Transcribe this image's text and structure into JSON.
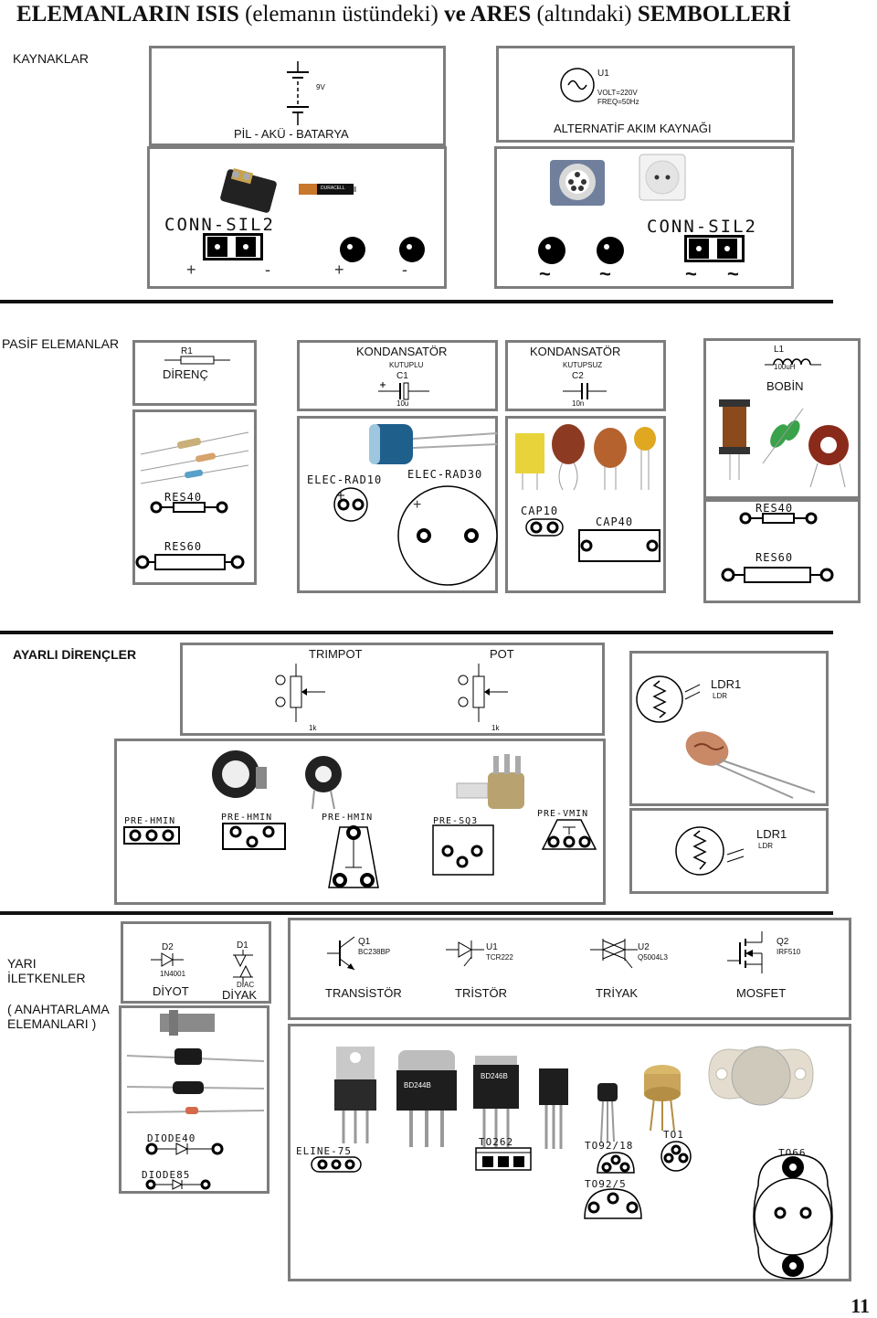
{
  "header": {
    "title_part1": "ELEMANLARIN  ISIS",
    "title_part2": " (elemanın üstündeki) ",
    "title_part3": "ve ARES",
    "title_part4": " (altındaki) ",
    "title_part5": "SEMBOLLERİ"
  },
  "sources": {
    "section": "KAYNAKLAR",
    "battery_value": "9V",
    "battery_caption": "PİL - AKÜ - BATARYA",
    "battery_footprint": "CONN-SIL2",
    "battery_plus": "+",
    "battery_minus": "-",
    "ac_ref": "U1",
    "ac_volt": "VOLT=220V",
    "ac_freq": "FREQ=50Hz",
    "ac_caption": "ALTERNATİF AKIM KAYNAĞI",
    "ac_footprint": "CONN-SIL2",
    "ac_tilde": "~",
    "photo_battery_brand": "DURACELL"
  },
  "passive": {
    "section": "PASİF ELEMANLAR",
    "resistor_ref": "R1",
    "resistor_caption": "DİRENÇ",
    "res40": "RES40",
    "res60": "RES60",
    "cap_polar_title": "KONDANSATÖR",
    "cap_polar_sub": "KUTUPLU",
    "cap_polar_ref": "C1",
    "cap_polar_val": "10u",
    "cap_title": "KONDANSATÖR",
    "cap_sub": "KUTUPSUZ",
    "cap_ref": "C2",
    "cap_val": "10n",
    "elec_rad10": "ELEC-RAD10",
    "elec_rad30": "ELEC-RAD30",
    "plus": "+",
    "cap10": "CAP10",
    "cap40": "CAP40",
    "coil_ref": "L1",
    "coil_val": "100uH",
    "coil_caption": "BOBİN",
    "coil_res40": "RES40",
    "coil_res60": "RES60"
  },
  "adjustable": {
    "section": "AYARLI DİRENÇLER",
    "trimpot": "TRIMPOT",
    "pot": "POT",
    "value_1k_a": "1k",
    "value_1k_b": "1k",
    "pre_hmin_1": "PRE-HMIN",
    "pre_hmin_2": "PRE-HMIN",
    "pre_hmin_3": "PRE-HMIN",
    "pre_sq3": "PRE-SQ3",
    "pre_vmin": "PRE-VMIN",
    "ldr_ref": "LDR1",
    "ldr_type": "LDR",
    "ldr_ref2": "LDR1",
    "ldr_type2": "LDR"
  },
  "semiconductors": {
    "section_l1": "YARI",
    "section_l2": "İLETKENLER",
    "section_l3": "( ANAHTARLAMA",
    "section_l4": "ELEMANLARI )",
    "diode_ref": "D2",
    "diode_part": "1N4001",
    "diode_caption": "DİYOT",
    "diac_ref": "D1",
    "diac_part": "DIAC",
    "diac_caption": "DİYAK",
    "diode40": "DIODE40",
    "diode85": "DIODE85",
    "tr_ref": "Q1",
    "tr_part": "BC238BP",
    "tr_caption": "TRANSİSTÖR",
    "scr_ref": "U1",
    "scr_part": "TCR222",
    "scr_caption": "TRİSTÖR",
    "triac_ref": "U2",
    "triac_part": "Q5004L3",
    "triac_caption": "TRİYAK",
    "mos_ref": "Q2",
    "mos_part": "IRF510",
    "mos_caption": "MOSFET",
    "eline": "ELINE-75",
    "to262": "TO262",
    "to92_18": "TO92/18",
    "to1": "TO1",
    "to92_5": "TO92/5",
    "to66": "TO66",
    "chip_bd246": "BD246B",
    "chip_bd244": "BD244B"
  },
  "footer": {
    "page_number": "11"
  }
}
